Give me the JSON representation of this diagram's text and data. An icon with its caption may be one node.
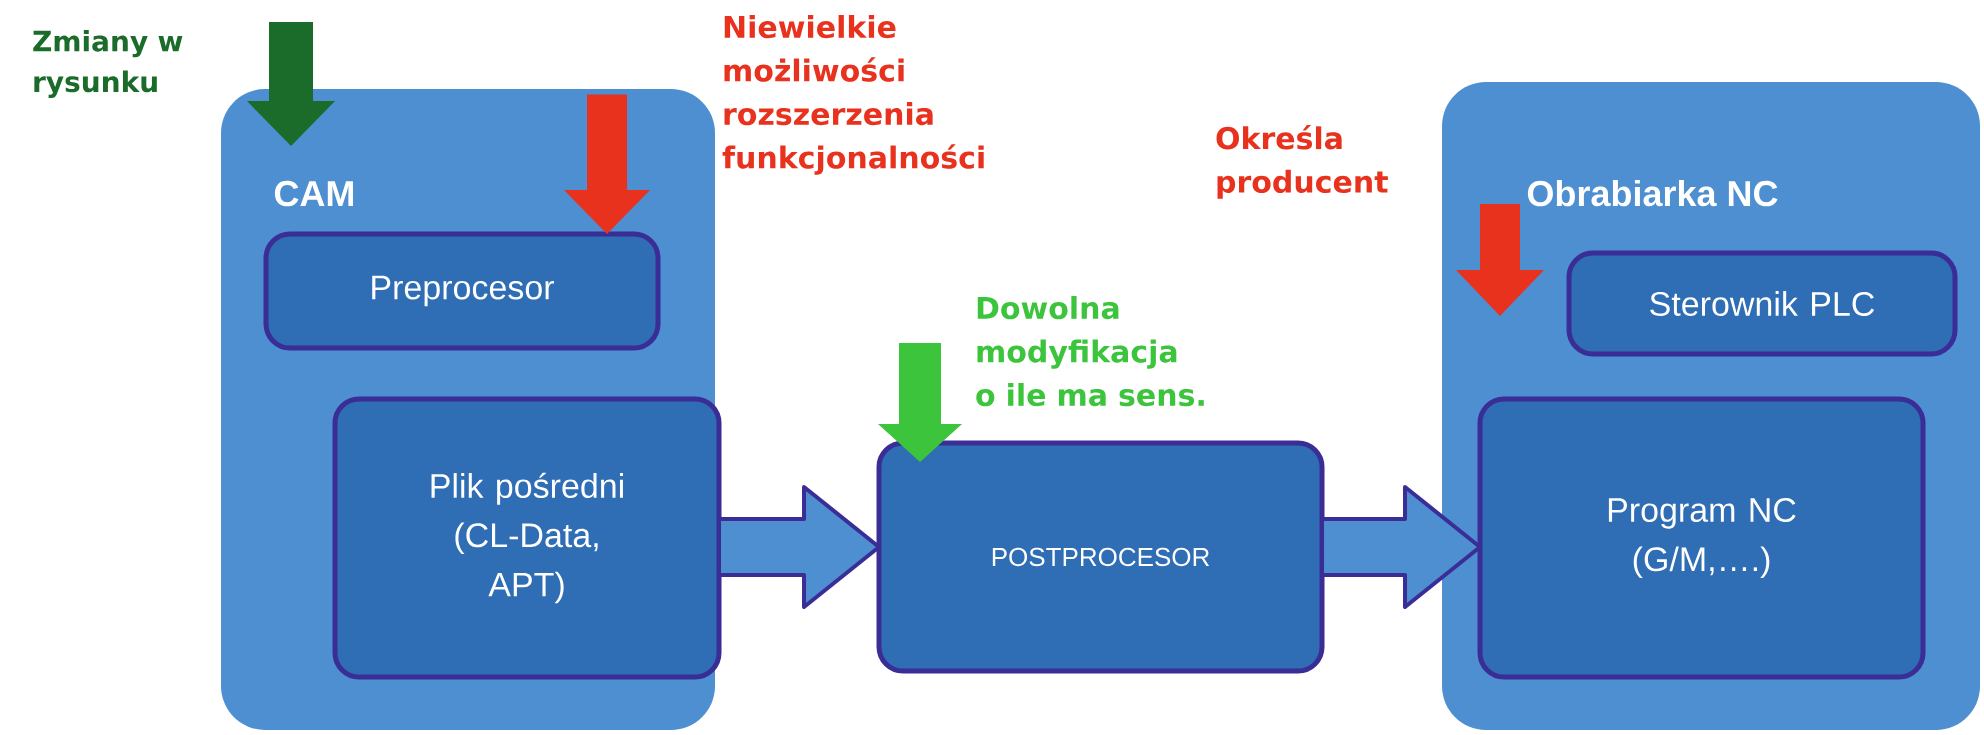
{
  "diagram": {
    "nodes": [
      {
        "text": [
          "CAM"
        ]
      },
      {
        "text": [
          "Preprocesor"
        ],
        "in": 0
      },
      {
        "text": [
          "Plik pośredni (CL-Data, APT)"
        ],
        "in": 0
      },
      {
        "text": [
          "POSTPROCESOR"
        ]
      },
      {
        "text": [
          "Obrabiarka NC"
        ]
      },
      {
        "text": [
          "Sterownik PLC"
        ],
        "in": 4
      },
      {
        "text": [
          "Program NC (G/M,….)"
        ],
        "in": 4
      },
      {
        "text": [
          "Zmiany w rysunku"
        ]
      },
      {
        "text": [
          "Niewielkie możliwości rozszerzenia funkcjonalności"
        ]
      },
      {
        "text": [
          "Określa producent"
        ]
      },
      {
        "text": [
          "Dowolna modyfikacja o ile ma sens."
        ]
      }
    ],
    "edges": [
      {
        "from": 2,
        "to": 3,
        "arrow": "to"
      },
      {
        "from": 3,
        "to": 6,
        "arrow": "to"
      },
      {
        "from": 7,
        "to": 0,
        "arrow": "to",
        "color": "#1b6b2a"
      },
      {
        "from": 8,
        "to": 1,
        "arrow": "to",
        "color": "#e8321e"
      },
      {
        "from": 10,
        "to": 3,
        "arrow": "to",
        "color": "#3cc43c"
      },
      {
        "from": 9,
        "to": 4,
        "arrow": "to",
        "color": "#e8321e"
      }
    ]
  }
}
